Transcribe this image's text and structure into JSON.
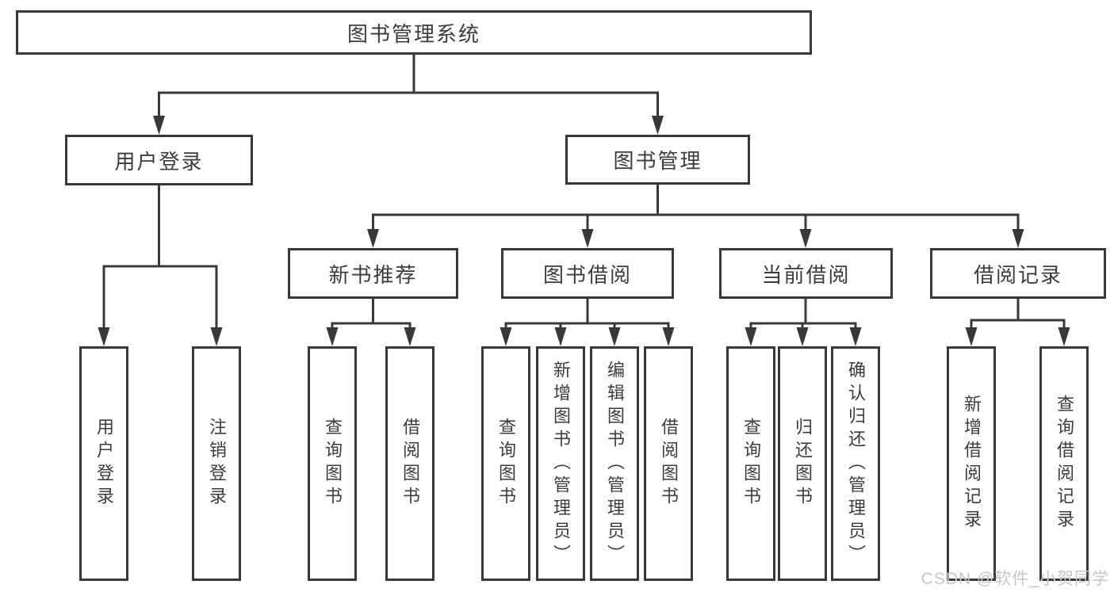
{
  "tree": {
    "root": "图书管理系统",
    "level2": [
      {
        "label": "用户登录",
        "children": [
          "用户登录",
          "注销登录"
        ]
      },
      {
        "label": "图书管理",
        "children": [
          {
            "label": "新书推荐",
            "children": [
              "查询图书",
              "借阅图书"
            ]
          },
          {
            "label": "图书借阅",
            "children": [
              "查询图书",
              "新增图书（管理员）",
              "编辑图书（管理员）",
              "借阅图书"
            ]
          },
          {
            "label": "当前借阅",
            "children": [
              "查询图书",
              "归还图书",
              "确认归还（管理员）"
            ]
          },
          {
            "label": "借阅记录",
            "children": [
              "新增借阅记录",
              "查询借阅记录"
            ]
          }
        ]
      }
    ]
  },
  "watermark": "CSDN @软件_小贺同学",
  "colors": {
    "line": "#383838",
    "text": "#3c3c3c",
    "watermark": "#c6c6c6",
    "background": "#ffffff"
  }
}
